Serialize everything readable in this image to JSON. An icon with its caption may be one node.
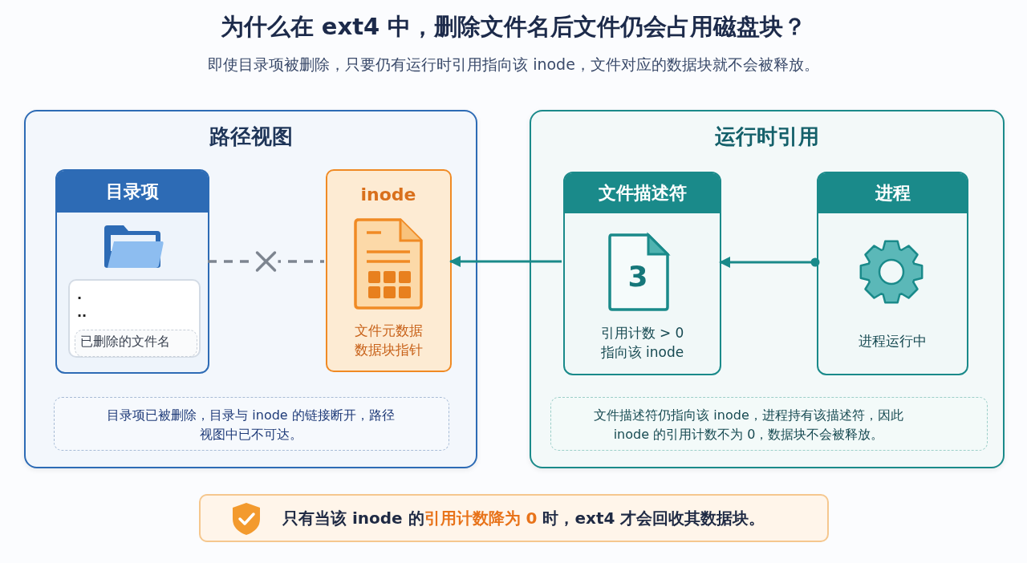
{
  "diagram": {
    "title": "为什么在 ext4 中，删除文件名后文件仍会占用磁盘块？",
    "caption": "即使目录项被删除，只要仍有运行时引用指向该 inode，文件对应的数据块就不会被释放。",
    "nodes": [
      {
        "text": [
          "路径视图"
        ]
      },
      {
        "text": [
          "目录项"
        ],
        "in": 0
      },
      {
        "text": [
          ".",
          ".."
        ],
        "in": 1
      },
      {
        "text": [
          "已删除的文件名"
        ],
        "in": 2
      },
      {
        "text": [
          "inode",
          "文件元数据",
          "数据块指针"
        ],
        "in": 0
      },
      {
        "text": [
          "目录项已被删除，目录与 inode 的链接断开，路径视图中已不可达。"
        ],
        "in": 0
      },
      {
        "text": [
          "运行时引用"
        ]
      },
      {
        "text": [
          "文件描述符",
          "3",
          "引用计数 > 0",
          "指向该 inode"
        ],
        "in": 6
      },
      {
        "text": [
          "进程",
          "进程运行中"
        ],
        "in": 6
      },
      {
        "text": [
          "文件描述符仍指向该 inode，进程持有该描述符，因此 inode 的引用计数不为 0，数据块不会被释放。"
        ],
        "in": 6
      },
      {
        "text": [
          "只有当该 inode 的**引用计数降为 0** 时，ext4 才会回收其数据块。"
        ]
      }
    ],
    "edges": [
      {
        "from": 1,
        "to": 4,
        "arrow": "none",
        "style": "dashed",
        "color": "#7d8590"
      },
      {
        "from": 7,
        "to": 4,
        "arrow": "to"
      },
      {
        "from": 8,
        "to": 7,
        "arrow": "to"
      }
    ]
  }
}
